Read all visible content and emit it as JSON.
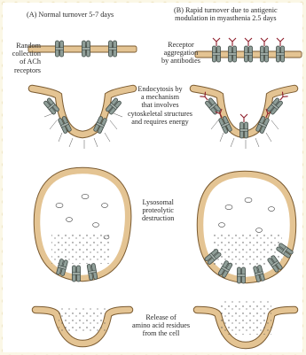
{
  "labels": {
    "title_a": "(A) Normal turnover 5-7 days",
    "title_b_line1": "(B) Rapid turnover due to antigenic",
    "title_b_line2": "modulation in myasthenia 2.5 days",
    "random_line1": "Random",
    "random_line2": "collection",
    "random_line3": "of ACh",
    "random_line4": "receptors",
    "receptor_line1": "Receptor",
    "receptor_line2": "aggregation",
    "receptor_line3": "by antibodies",
    "endo_line1": "Endocytosis by",
    "endo_line2": "a mechanism",
    "endo_line3": "that involves",
    "endo_line4": "cytoskeletal structures",
    "endo_line5": "and requires energy",
    "lyso_line1": "Lysosomal",
    "lyso_line2": "proteolytic",
    "lyso_line3": "destruction",
    "release_line1": "Release of",
    "release_line2": "amino acid residues",
    "release_line3": "from the cell"
  },
  "colors": {
    "membrane_fill": "#e4c493",
    "membrane_edge": "#7a5a30",
    "receptor_fill": "#8f9e98",
    "receptor_edge": "#3f4a46",
    "antibody": "#8e1d2a",
    "background": "#fbf7e6"
  }
}
